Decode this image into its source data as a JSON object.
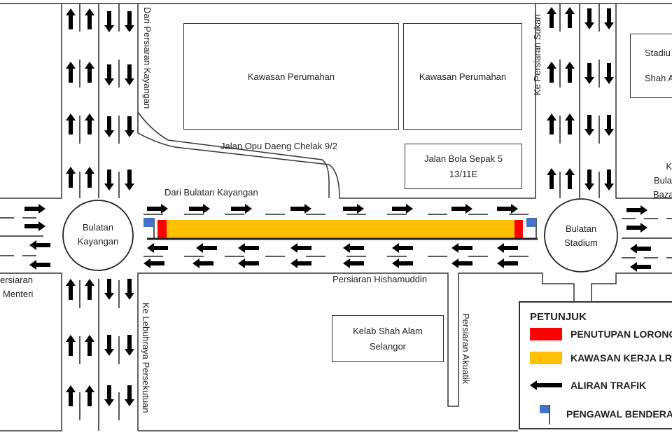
{
  "labels": {
    "dari_persiaran_kayangan": "Dari Persiaran Kayangan",
    "ke_persiaran_sukan": "Ke Persiaran Sukan",
    "jalan_opu_daeng": "Jalan Opu Daeng Chelak 9/2",
    "dari_bulatan_kayangan": "Dari Bulatan Kayangan",
    "persiaran_hishamuddin": "Persiaran Hishamuddin",
    "ke_lebuhraya": "Ke Lebuhraya Persekutuan",
    "persiaran_akuatik": "Persiaran Akuatik",
    "persiaran_menteri_1": "ersiaran",
    "persiaran_menteri_2": "Menteri",
    "ke_bulatan_bazar_1": "K",
    "ke_bulatan_bazar_2": "Bula",
    "ke_bulatan_bazar_3": "Baza"
  },
  "roundabouts": {
    "left": {
      "line1": "Bulatan",
      "line2": "Kayangan"
    },
    "right": {
      "line1": "Bulatan",
      "line2": "Stadium"
    }
  },
  "buildings": {
    "perumahan_1": "Kawasan Perumahan",
    "perumahan_2": "Kawasan Perumahan",
    "bola_sepak_1": "Jalan Bola Sepak 5",
    "bola_sepak_2": "13/11E",
    "kelab_1": "Kelab Shah Alam",
    "kelab_2": "Selangor",
    "stadium_1": "Stadiu",
    "stadium_2": "Shah Al"
  },
  "legend": {
    "title": "PETUNJUK",
    "items": [
      {
        "label": "PENUTUPAN LORONG",
        "color": "#ff0000"
      },
      {
        "label": "KAWASAN KERJA LRT",
        "color": "#ffc000"
      },
      {
        "label": "ALIRAN TRAFIK",
        "icon": "arrow-left-icon"
      },
      {
        "label": "PENGAWAL BENDERA",
        "icon": "flag-icon",
        "color": "#4472c4"
      }
    ]
  },
  "colors": {
    "closure": "#ff0000",
    "work_zone": "#ffc000",
    "flag": "#4472c4"
  }
}
